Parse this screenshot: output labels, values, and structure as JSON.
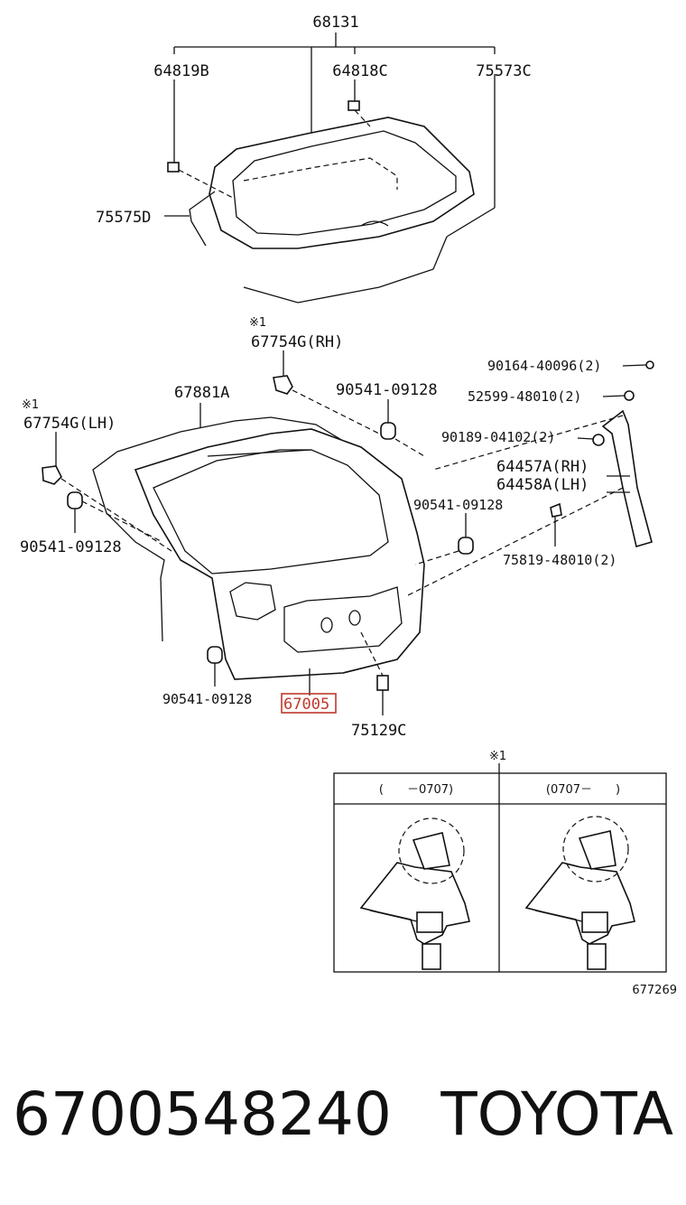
{
  "labels": {
    "p68131": "68131",
    "p64819B": "64819B",
    "p64818C": "64818C",
    "p75573C": "75573C",
    "p75575D": "75575D",
    "note_rh": "※1",
    "p67754G_rh": "67754G(RH)",
    "p67881A": "67881A",
    "p90541_a": "90541-09128",
    "note_lh": "※1",
    "p67754G_lh": "67754G(LH)",
    "p90541_lh": "90541-09128",
    "p90164": "90164-40096(2)",
    "p52599": "52599-48010(2)",
    "p90189": "90189-04102(2)",
    "p64457A": "64457A(RH)",
    "p64458A": "64458A(LH)",
    "p90541_b": "90541-09128",
    "p75819": "75819-48010(2)",
    "p90541_c": "90541-09128",
    "p67005": "67005",
    "p75129C": "75129C",
    "note_detail": "※1",
    "fig_no": "677269"
  },
  "detail_table": {
    "col1_header": "(　　－0707)",
    "col2_header": "(0707－　　)"
  },
  "footer": {
    "part_number": "6700548240",
    "brand": "TOYOTA"
  },
  "colors": {
    "highlight": "#c0392b",
    "line": "#111111"
  }
}
